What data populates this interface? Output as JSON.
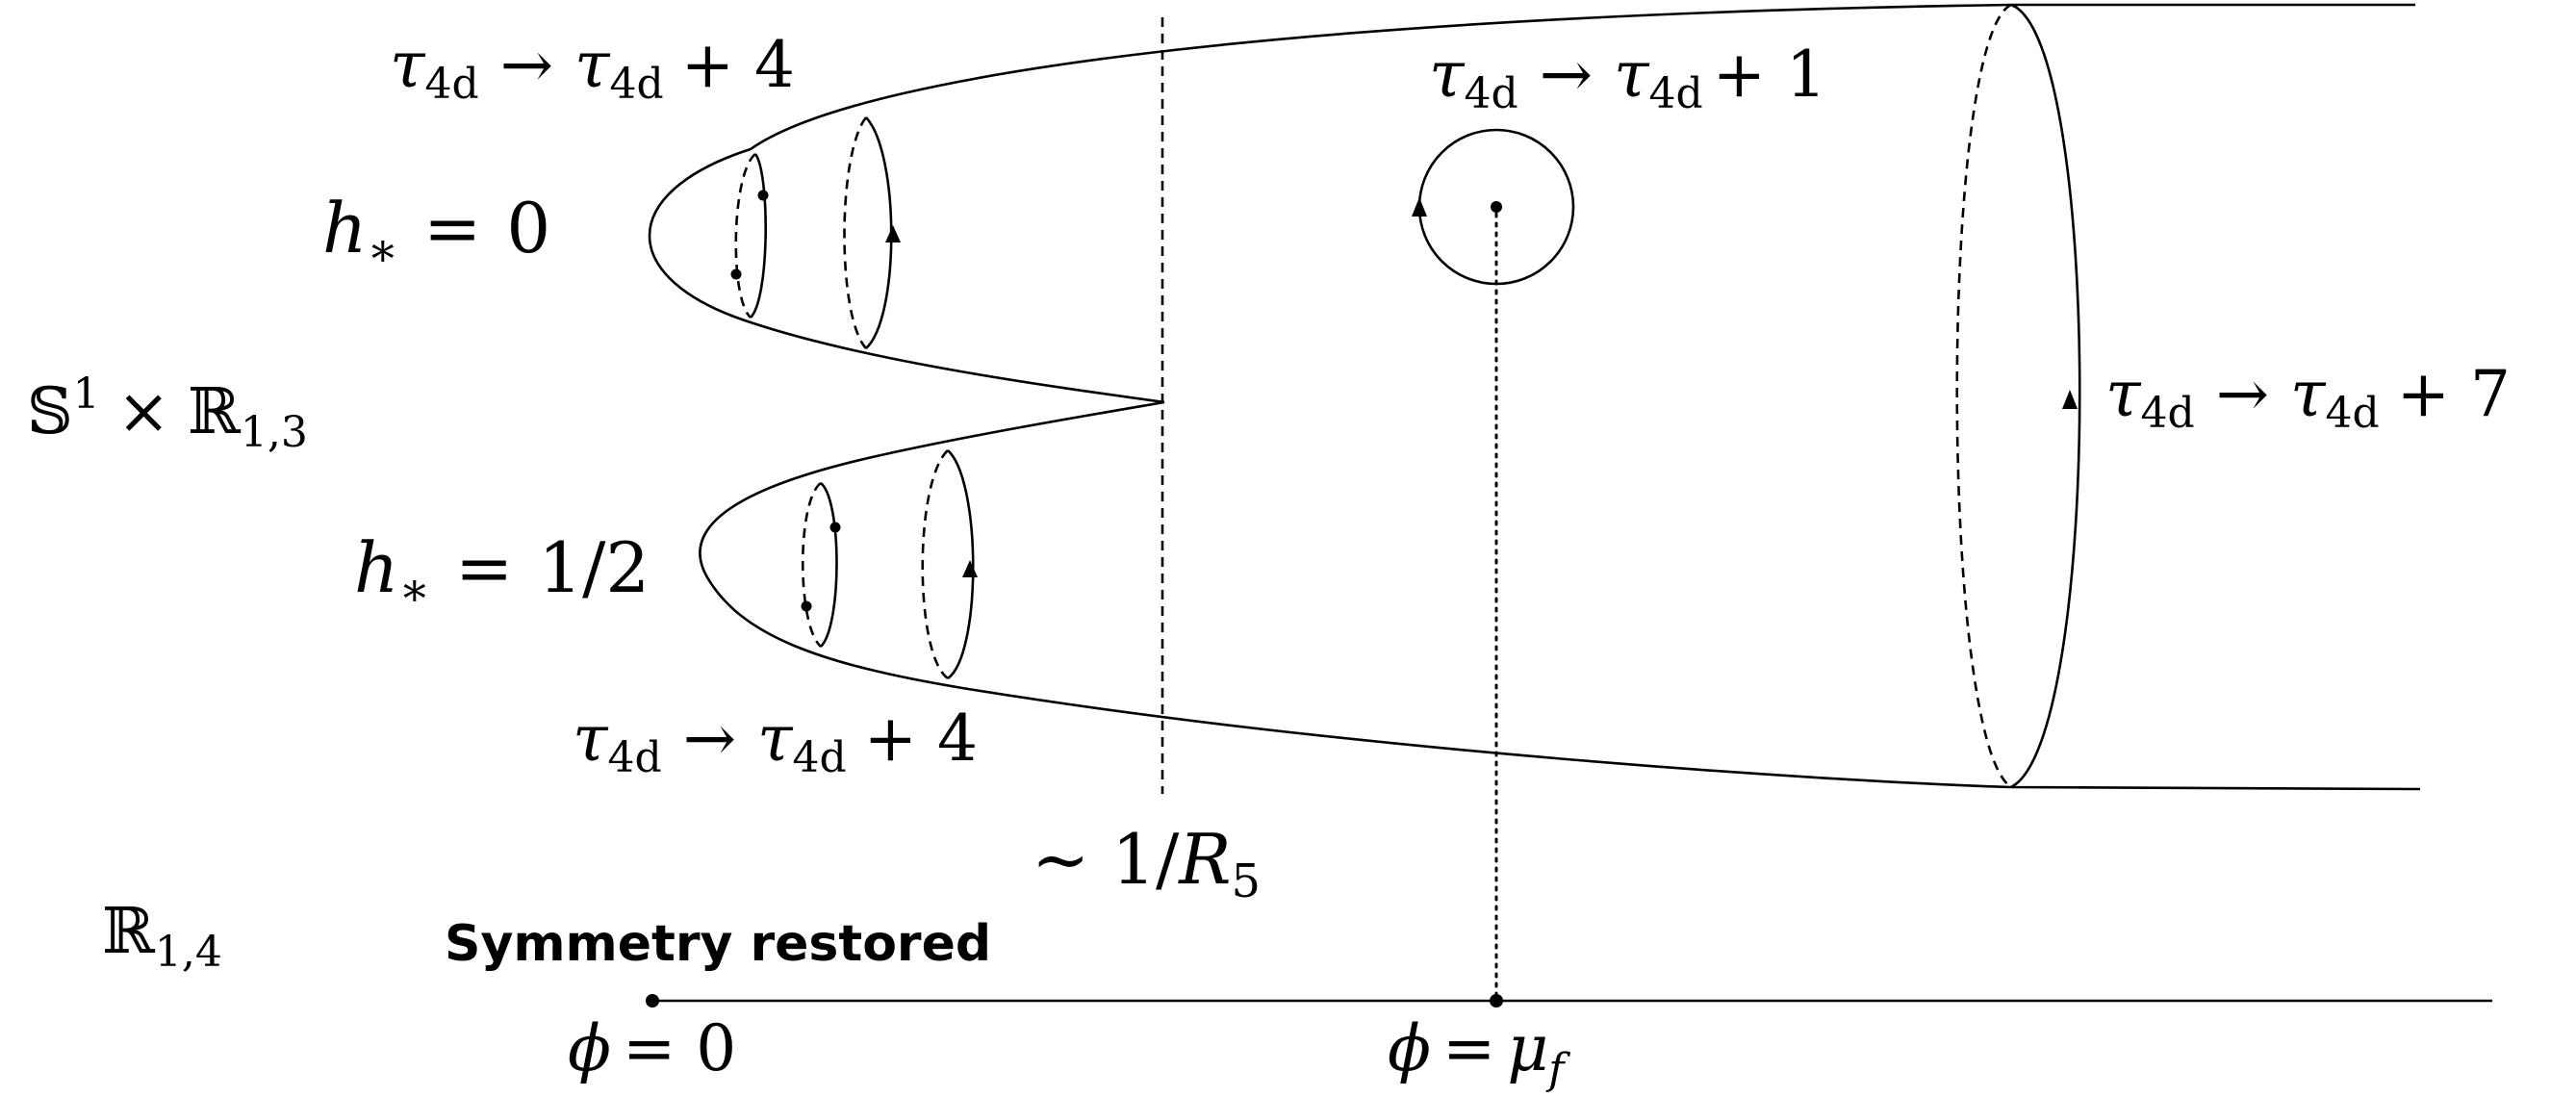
{
  "labels": {
    "top_left_sheet": {
      "tau": "τ",
      "sub": "4d",
      "arrow": "→",
      "plus": "+ 4"
    },
    "top_right_loop": {
      "tau": "τ",
      "sub": "4d",
      "arrow": "→",
      "plus": "+ 1"
    },
    "right_big_loop": {
      "tau": "τ",
      "sub": "4d",
      "arrow": "→",
      "plus": "+ 7"
    },
    "bottom_left_sheet": {
      "tau": "τ",
      "sub": "4d",
      "arrow": "→",
      "plus": "+ 4"
    },
    "h_top": {
      "h": "h",
      "star": "∗",
      "eq": "=",
      "val": "0"
    },
    "h_bottom": {
      "h": "h",
      "star": "∗",
      "eq": "=",
      "val": "1/2"
    },
    "s1_r13": {
      "s": "𝕊",
      "s_sup": "1",
      "times": "×",
      "r": "ℝ",
      "r_sub": "1,3"
    },
    "r14": {
      "r": "ℝ",
      "r_sub": "1,4"
    },
    "r5_scale": {
      "tilde": "∼ 1/",
      "R": "R",
      "sub": "5"
    },
    "symmetry_restored": "Symmetry restored",
    "phi_zero": {
      "phi": "ϕ",
      "eq": "= 0"
    },
    "phi_mu": {
      "phi": "ϕ",
      "eq": "=",
      "mu": "μ",
      "sub": "f"
    }
  }
}
